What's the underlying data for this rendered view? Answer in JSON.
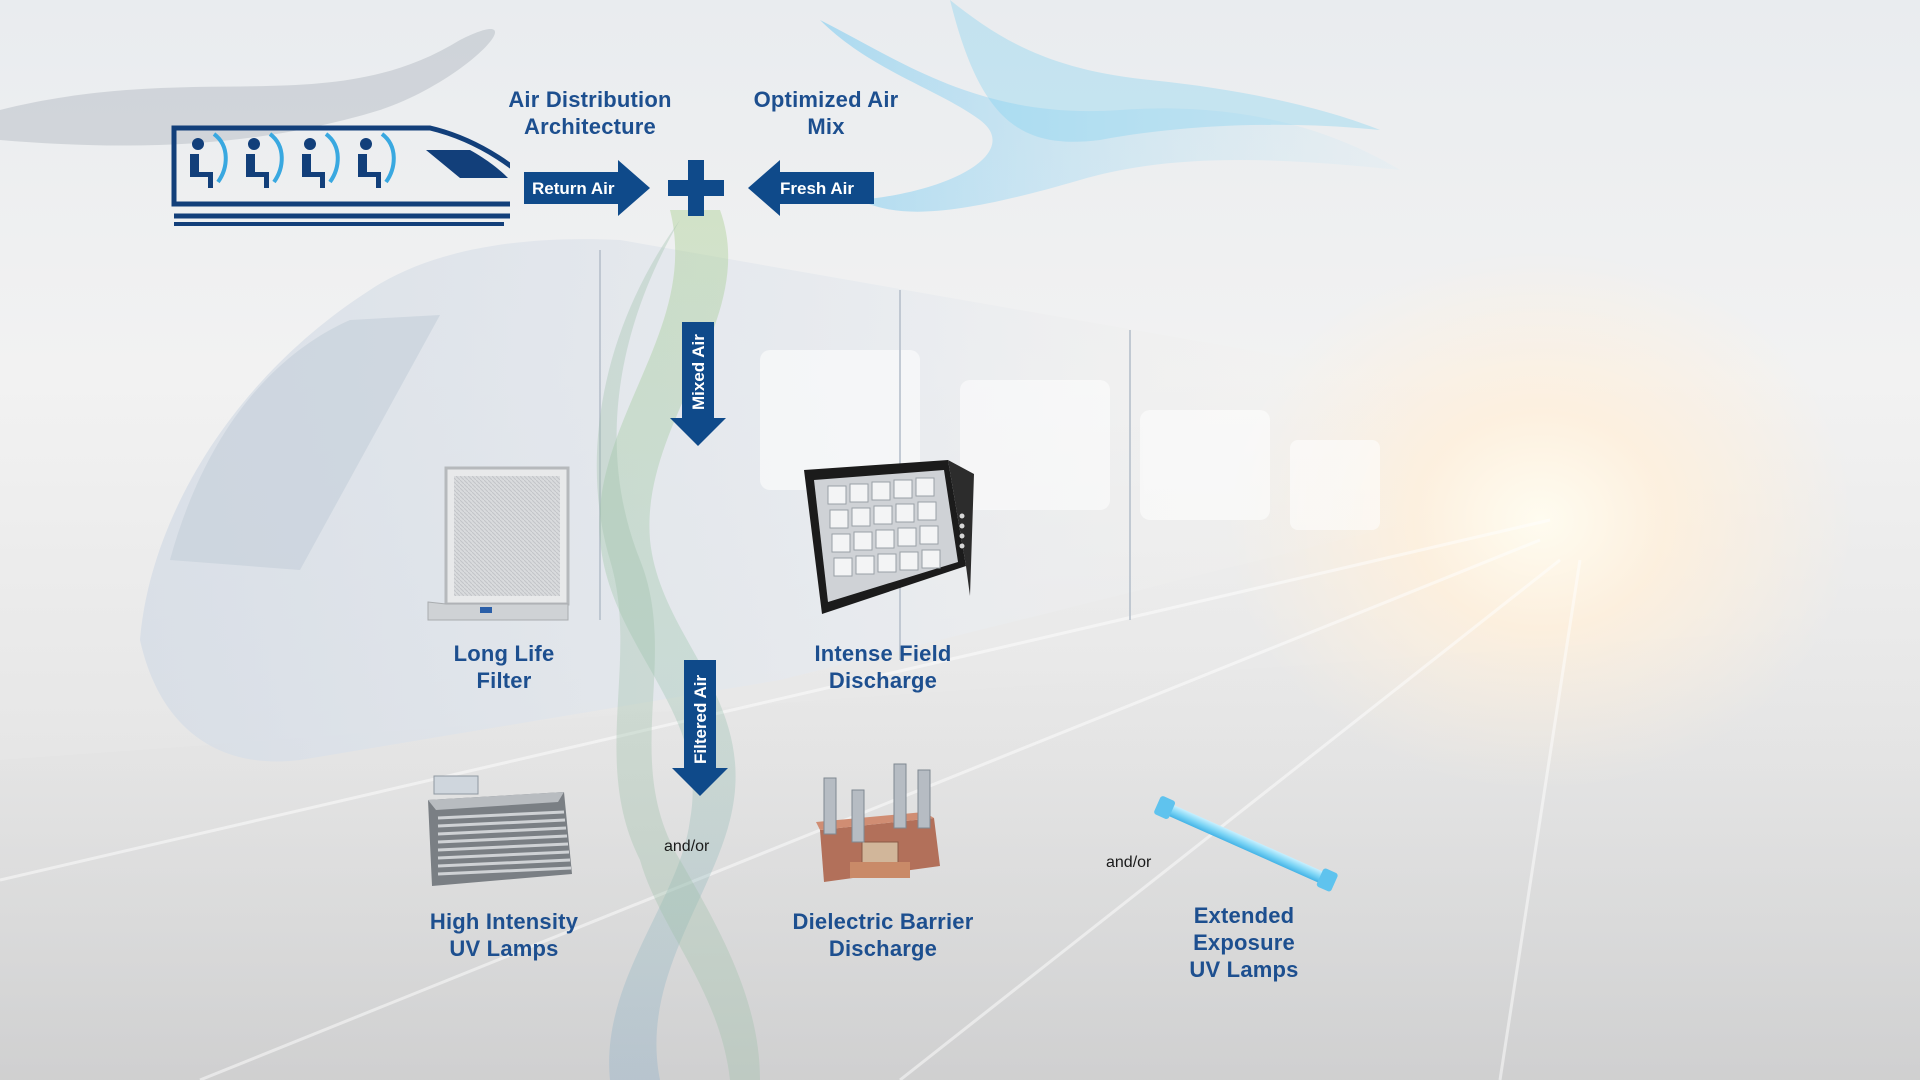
{
  "diagram": {
    "top_left_label": "Air Distribution\nArchitecture",
    "top_right_label": "Optimized Air\nMix",
    "return_air": "Return Air",
    "fresh_air": "Fresh Air",
    "mixed_air": "Mixed Air",
    "filtered_air": "Filtered Air",
    "and_or_1": "and/or",
    "and_or_2": "and/or",
    "items": {
      "long_life_filter": "Long Life\nFilter",
      "intense_field_discharge": "Intense Field\nDischarge",
      "high_intensity_uv": "High Intensity\nUV Lamps",
      "dielectric_barrier": "Dielectric Barrier\nDischarge",
      "extended_exposure_uv": "Extended\nExposure\nUV Lamps"
    }
  },
  "colors": {
    "brand_blue": "#1d4f8f",
    "arrow_blue": "#0f4a8a"
  }
}
